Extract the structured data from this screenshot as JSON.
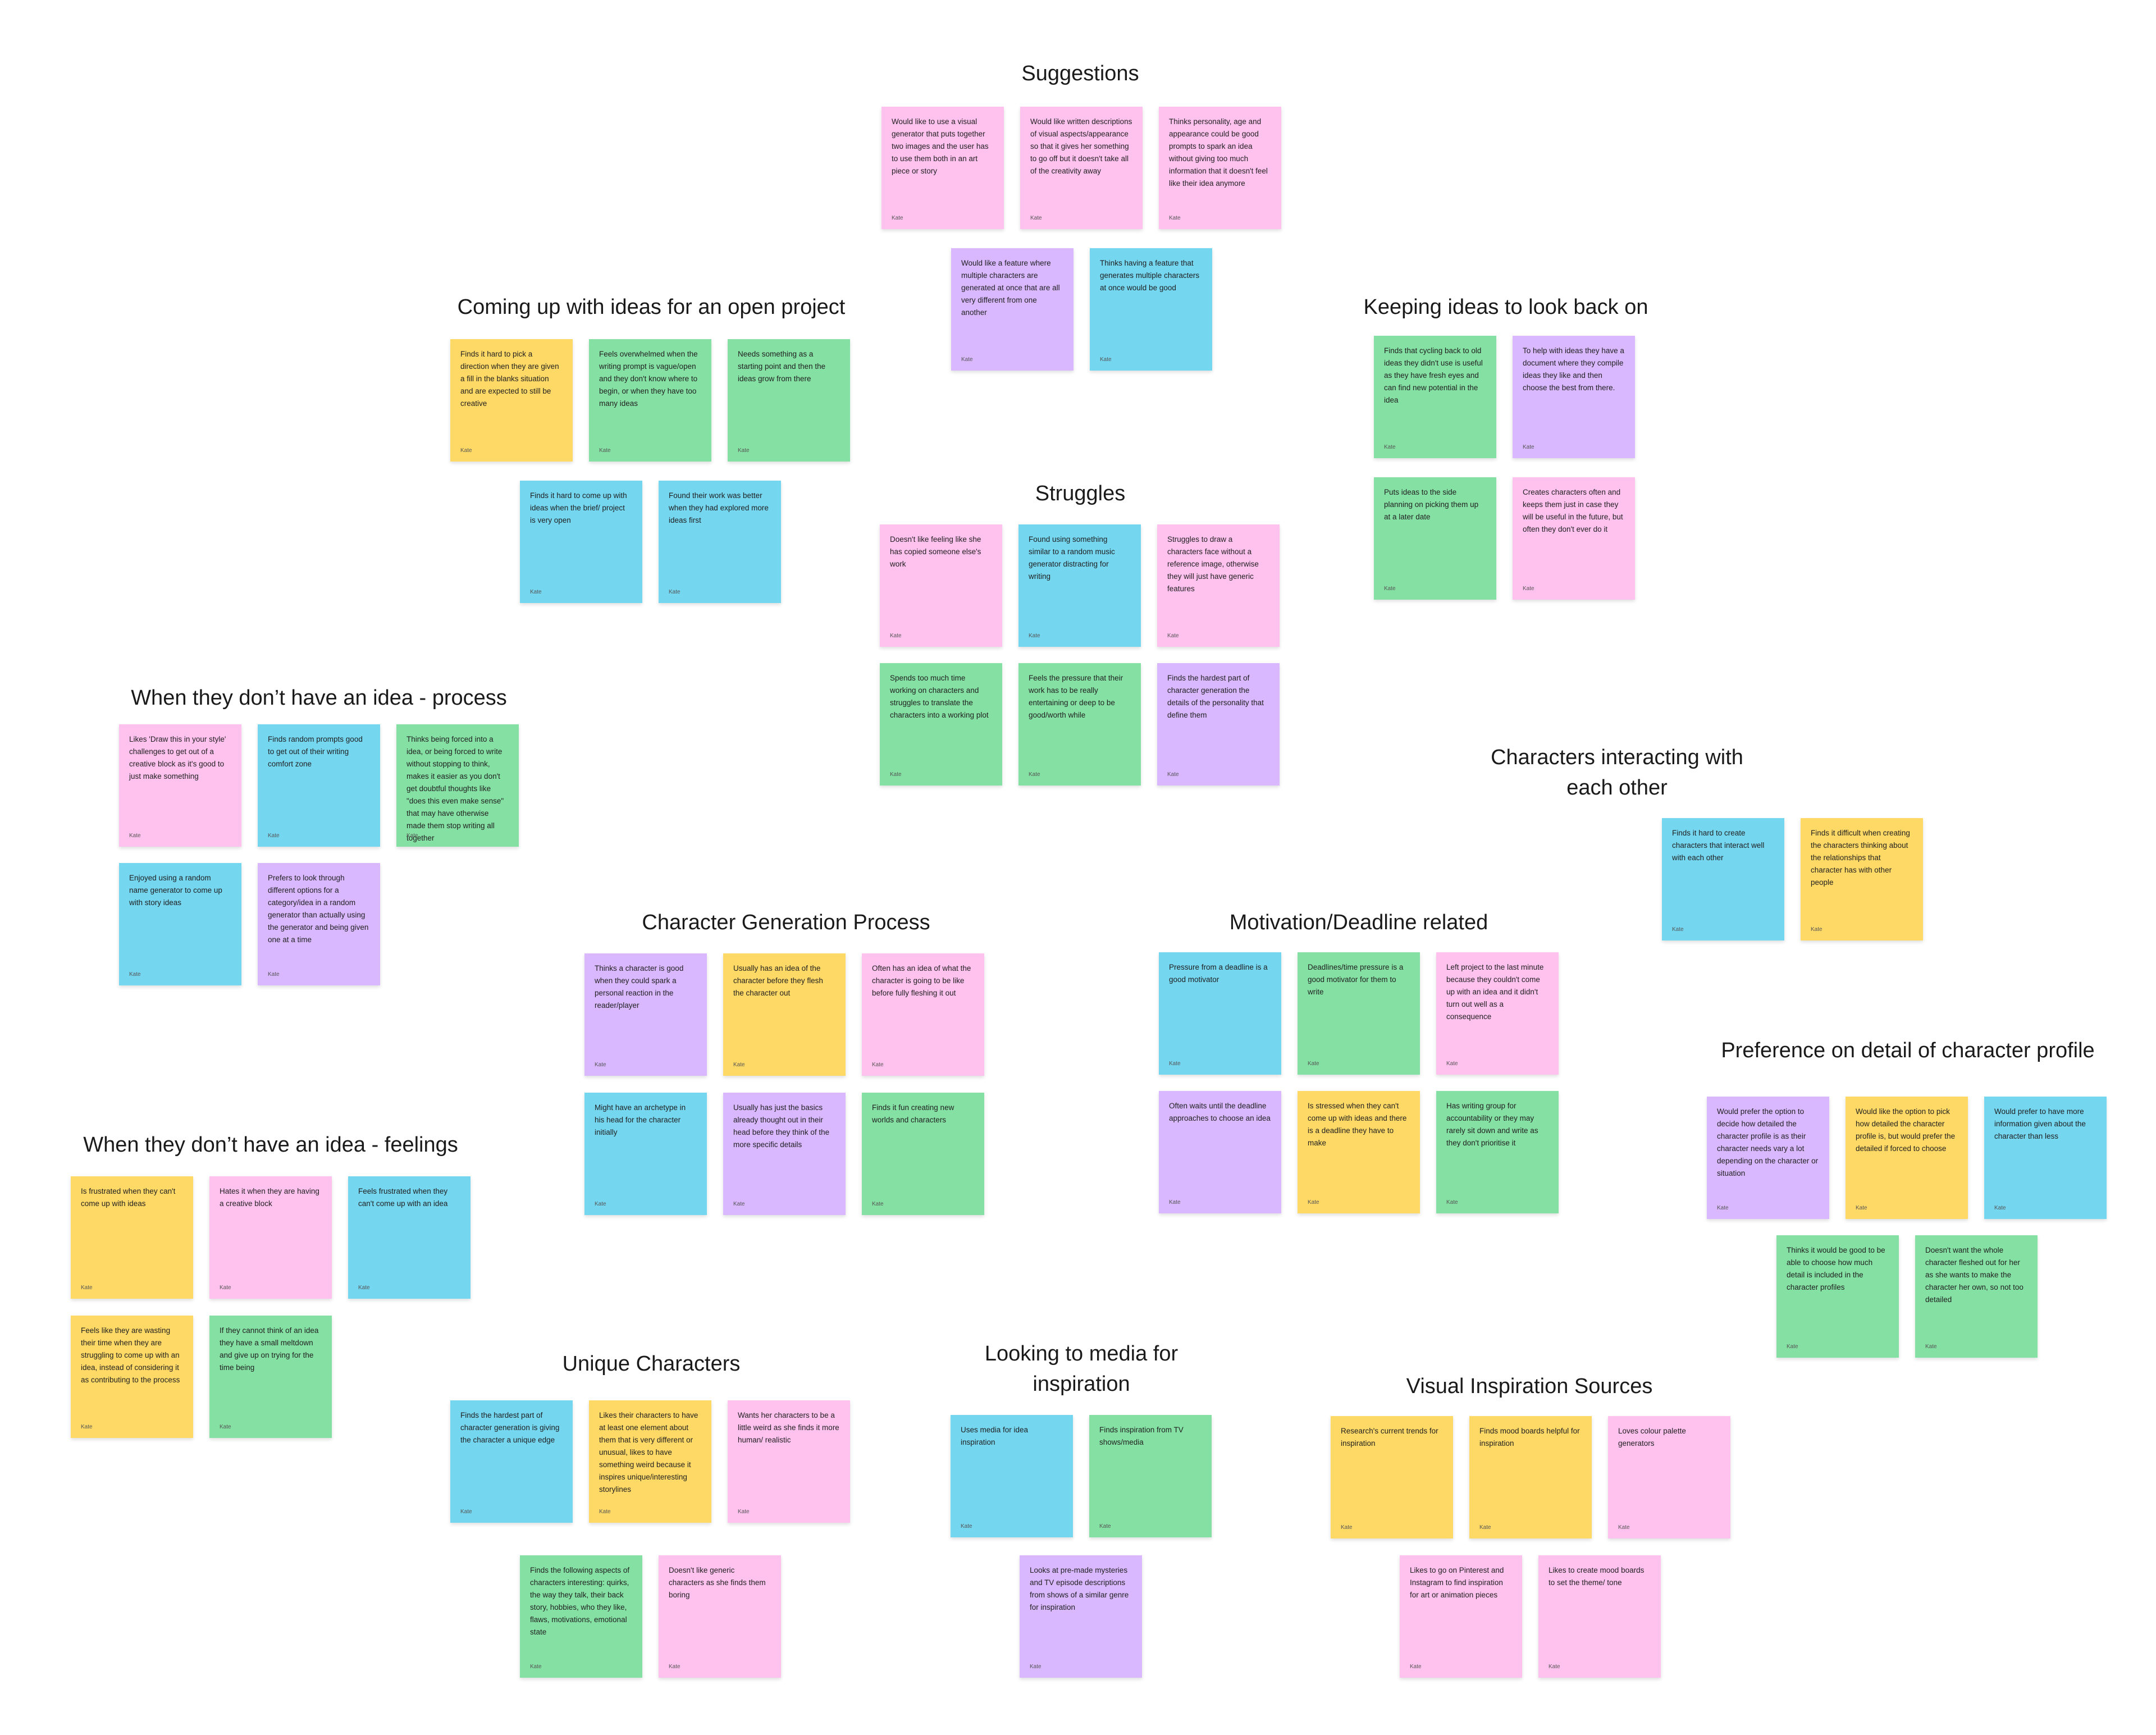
{
  "colors": {
    "yellow": "#ffd966",
    "green": "#85e0a3",
    "blue": "#75d6f0",
    "pink": "#ffc2ef",
    "purple": "#d9b8ff"
  },
  "groups": [
    {
      "title": "Suggestions",
      "notes": [
        {
          "text": "Would like to use a visual generator that puts together two images and the user has to use them both in an art piece or story",
          "author": "Kate",
          "color": "pink"
        },
        {
          "text": "Would like written descriptions of visual aspects/appearance so that it gives her something to go off but it doesn't take all of the creativity away",
          "author": "Kate",
          "color": "pink"
        },
        {
          "text": "Thinks personality, age and appearance could be good prompts to spark an idea without giving too much information that it doesn't feel like their idea anymore",
          "author": "Kate",
          "color": "pink"
        },
        {
          "text": "Would like a feature where multiple characters are generated at once that are all very different from one another",
          "author": "Kate",
          "color": "purple"
        },
        {
          "text": "Thinks having a feature that generates multiple characters at once would be good",
          "author": "Kate",
          "color": "blue"
        }
      ]
    },
    {
      "title": "Coming up with ideas for an open project",
      "notes": [
        {
          "text": "Finds it hard to pick a direction when they are given a fill in the blanks situation and are expected to still be creative",
          "author": "Kate",
          "color": "yellow"
        },
        {
          "text": "Feels overwhelmed when the writing prompt is vague/open and they don't know where to begin, or when they have too many ideas",
          "author": "Kate",
          "color": "green"
        },
        {
          "text": "Needs something as a starting point and then the ideas grow from there",
          "author": "Kate",
          "color": "green"
        },
        {
          "text": "Finds it hard to come up with ideas when the brief/ project is very open",
          "author": "Kate",
          "color": "blue"
        },
        {
          "text": "Found their work was better when they had explored more ideas first",
          "author": "Kate",
          "color": "blue"
        }
      ]
    },
    {
      "title": "Keeping ideas to look back on",
      "notes": [
        {
          "text": "Finds that cycling back to old ideas they didn't use is useful as they have fresh eyes and can find new potential in the idea",
          "author": "Kate",
          "color": "green"
        },
        {
          "text": "To help with ideas they have a document where they compile ideas they like and then choose the best from there.",
          "author": "Kate",
          "color": "purple"
        },
        {
          "text": "Puts ideas to the side planning on picking them up at a later date",
          "author": "Kate",
          "color": "green"
        },
        {
          "text": "Creates characters often and keeps them just in case they will be useful in the future, but often they don't ever do it",
          "author": "Kate",
          "color": "pink"
        }
      ]
    },
    {
      "title": "Struggles",
      "notes": [
        {
          "text": "Doesn't like feeling like she has copied someone else's work",
          "author": "Kate",
          "color": "pink"
        },
        {
          "text": "Found using something similar to a random music generator distracting for writing",
          "author": "Kate",
          "color": "blue"
        },
        {
          "text": "Struggles to draw a characters face without a reference image, otherwise they will just have generic features",
          "author": "Kate",
          "color": "pink"
        },
        {
          "text": "Spends too much time working on characters and struggles to translate the characters into a working plot",
          "author": "Kate",
          "color": "green"
        },
        {
          "text": "Feels the pressure that their work has to be really entertaining or deep to be good/worth while",
          "author": "Kate",
          "color": "green"
        },
        {
          "text": "Finds the hardest part of character generation the details of the personality that define them",
          "author": "Kate",
          "color": "purple"
        }
      ]
    },
    {
      "title": "When they don’t have an idea - process",
      "notes": [
        {
          "text": "Likes 'Draw this in your style' challenges to get out of a creative block as it's good to just make something",
          "author": "Kate",
          "color": "pink"
        },
        {
          "text": "Finds random prompts good to get out of their writing comfort zone",
          "author": "Kate",
          "color": "blue"
        },
        {
          "text": "Thinks being forced into a idea, or being forced to write without stopping to think, makes it easier as you don't get doubtful thoughts like \"does this even make sense\" that may have otherwise made them stop writing all together",
          "author": "Kate",
          "color": "green"
        },
        {
          "text": "Enjoyed using a random name generator to come up with story ideas",
          "author": "Kate",
          "color": "blue"
        },
        {
          "text": "Prefers to look through different options for a category/idea in a random generator than actually using the generator and being given one at a time",
          "author": "Kate",
          "color": "purple"
        }
      ]
    },
    {
      "title": "Characters interacting with each other",
      "notes": [
        {
          "text": "Finds it hard to create characters that interact well with each other",
          "author": "Kate",
          "color": "blue"
        },
        {
          "text": "Finds it difficult when creating the characters thinking about the relationships that character has with other people",
          "author": "Kate",
          "color": "yellow"
        }
      ]
    },
    {
      "title": "Character Generation Process",
      "notes": [
        {
          "text": "Thinks a character is good when they could spark a personal reaction in the reader/player",
          "author": "Kate",
          "color": "purple"
        },
        {
          "text": "Usually has an idea of the character before they flesh the character out",
          "author": "Kate",
          "color": "yellow"
        },
        {
          "text": "Often has an idea of what the character is going to be like before fully fleshing it out",
          "author": "Kate",
          "color": "pink"
        },
        {
          "text": "Might have an archetype in his head for the character initially",
          "author": "Kate",
          "color": "blue"
        },
        {
          "text": "Usually has just the basics already thought out in their head before they think of the more specific details",
          "author": "Kate",
          "color": "purple"
        },
        {
          "text": "Finds it fun creating new worlds and characters",
          "author": "Kate",
          "color": "green"
        }
      ]
    },
    {
      "title": "Motivation/Deadline related",
      "notes": [
        {
          "text": "Pressure from a deadline is a good motivator",
          "author": "Kate",
          "color": "blue"
        },
        {
          "text": "Deadlines/time pressure is a good motivator for them to write",
          "author": "Kate",
          "color": "green"
        },
        {
          "text": "Left project to the last minute because they couldn't come up with an idea and it didn't turn out well as a consequence",
          "author": "Kate",
          "color": "pink"
        },
        {
          "text": "Often waits until the deadline approaches to choose an idea",
          "author": "Kate",
          "color": "purple"
        },
        {
          "text": "Is stressed when they can't come up with ideas and there is a deadline they have to make",
          "author": "Kate",
          "color": "yellow"
        },
        {
          "text": "Has writing group for accountability or they may rarely sit down and write as they don't prioritise it",
          "author": "Kate",
          "color": "green"
        }
      ]
    },
    {
      "title": "Preference on detail of character profile",
      "notes": [
        {
          "text": "Would prefer the option to decide how detailed the character profile is as their character needs vary a lot depending on the character or situation",
          "author": "Kate",
          "color": "purple"
        },
        {
          "text": "Would like the option to pick how detailed the character profile is, but would prefer the detailed if forced to choose",
          "author": "Kate",
          "color": "yellow"
        },
        {
          "text": "Would prefer to have more information given about the character than less",
          "author": "Kate",
          "color": "blue"
        },
        {
          "text": "Thinks it would be good to be able to choose how much detail is included in the character profiles",
          "author": "Kate",
          "color": "green"
        },
        {
          "text": "Doesn't want the whole character fleshed out for her as she wants to make the character her own, so not too detailed",
          "author": "Kate",
          "color": "green"
        }
      ]
    },
    {
      "title": "When they don’t have an idea - feelings",
      "notes": [
        {
          "text": "Is frustrated when they can't come up with ideas",
          "author": "Kate",
          "color": "yellow"
        },
        {
          "text": "Hates it when they are having a creative block",
          "author": "Kate",
          "color": "pink"
        },
        {
          "text": "Feels frustrated when they can't come up with an idea",
          "author": "Kate",
          "color": "blue"
        },
        {
          "text": "Feels like they are wasting their time when they are struggling to come up with an idea, instead of considering it as contributing to the process",
          "author": "Kate",
          "color": "yellow"
        },
        {
          "text": "If they cannot think of an idea they have a small meltdown and give up on trying for the time being",
          "author": "Kate",
          "color": "green"
        }
      ]
    },
    {
      "title": "Unique Characters",
      "notes": [
        {
          "text": "Finds the hardest part of character generation is giving the character a unique edge",
          "author": "Kate",
          "color": "blue"
        },
        {
          "text": "Likes their characters to have at least one element about them that is very different or unusual, likes to have something weird because it inspires unique/interesting storylines",
          "author": "Kate",
          "color": "yellow"
        },
        {
          "text": "Wants her characters to be a little weird as she finds it more human/ realistic",
          "author": "Kate",
          "color": "pink"
        },
        {
          "text": "Finds the following aspects of characters interesting: quirks, the way they talk, their back story, hobbies, who they like, flaws, motivations, emotional state",
          "author": "Kate",
          "color": "green"
        },
        {
          "text": "Doesn't like generic characters as she finds them boring",
          "author": "Kate",
          "color": "pink"
        }
      ]
    },
    {
      "title": "Looking to media for inspiration",
      "notes": [
        {
          "text": "Uses media for idea inspiration",
          "author": "Kate",
          "color": "blue"
        },
        {
          "text": "Finds inspiration from TV shows/media",
          "author": "Kate",
          "color": "green"
        },
        {
          "text": "Looks at pre-made mysteries and TV episode descriptions from shows of a similar genre for inspiration",
          "author": "Kate",
          "color": "purple"
        }
      ]
    },
    {
      "title": "Visual Inspiration Sources",
      "notes": [
        {
          "text": "Research's current trends for inspiration",
          "author": "Kate",
          "color": "yellow"
        },
        {
          "text": "Finds mood boards helpful for inspiration",
          "author": "Kate",
          "color": "yellow"
        },
        {
          "text": "Loves colour palette generators",
          "author": "Kate",
          "color": "pink"
        },
        {
          "text": "Likes to go on Pinterest and Instagram to find inspiration for art or animation pieces",
          "author": "Kate",
          "color": "pink"
        },
        {
          "text": "Likes to create mood boards to set the theme/ tone",
          "author": "Kate",
          "color": "pink"
        }
      ]
    }
  ]
}
